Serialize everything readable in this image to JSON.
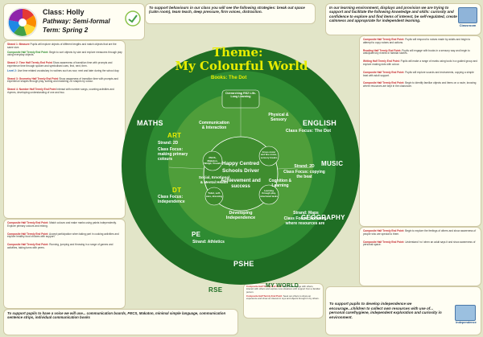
{
  "header": {
    "class_line": "Class: Holly",
    "pathway_line": "Pathway: Semi-formal",
    "term_line": "Term: Spring 2",
    "top_statement": "To support behaviours in our class you will see the following strategies: break out space (calm room), team teach, deep pressure, firm voices, distraction.",
    "right_statement": "In our learning environment, displays and provision we are trying to support and facilitate the following knowledge and skills: curiosity and confidence to explore and find items of interest, be self-regulated, create calmness and appropriate for independent learning.",
    "classroom_label": "Classroom"
  },
  "theme": {
    "title_line1": "Theme:",
    "title_line2": "My Colourful World",
    "books": "Books: The Dot"
  },
  "subjects": {
    "maths": "MATHS",
    "english": "ENGLISH",
    "music": "MUSIC",
    "geography": "GEOGRAPHY",
    "pe": "PE",
    "pshe": "PSHE",
    "rse": "RSE",
    "my_world": "MY WORLD",
    "art": "ART",
    "dt": "DT"
  },
  "inner": {
    "art_focus": "Class Focus: making primary colours",
    "art_title": "Strand: 2D",
    "dt_focus": "Class Focus: Independence",
    "english_focus": "Class Focus: The Dot",
    "music_strand": "Strand: 2D",
    "music_focus": "Class Focus: copying the beat",
    "geo_strand": "Strand: Maps",
    "geo_focus": "Class Focus: knowing where resources are",
    "pe_strand": "Strand: Athletics",
    "center_line1": "Happy Centred",
    "center_line2": "Schools Driver",
    "center_line3": "Achievement and success",
    "comm": "Communication & Interaction",
    "physical": "Physical & Sensory",
    "cognition": "Cognition & Learning",
    "social": "Social, Emotional & Mental Health",
    "developing": "Developing Independence",
    "overarching": "Overarching RSZ Life-Long Learning",
    "pecs": "PECS, Makaton, Widgit, Visuals",
    "motor": "Gross motor and fine motor, sensory breaks",
    "learning": "Learning through play, structured tasks",
    "toilet": "Toilet, self-care, dressing"
  },
  "left_text": [
    {
      "label": "Strand 1: Measure",
      "text": "Pupils will explore objects of different lengths and match objects that are the same size."
    },
    {
      "label": "Composite Half Termly End Point:",
      "text": "Begin to sort objects by size and explore measures through play using everyday objects."
    },
    {
      "label": "Strand 2: Time Half Termly End Point",
      "text": "Show awareness of transition time with prompts and experience time through spoken and symbolised cues, first, next, then."
    },
    {
      "label": "Level 2:",
      "text": "Use time related vocabulary in routines such as now, next and later during the school day."
    },
    {
      "label": "Strand 3: Geometry Half Termly End Point",
      "text": "Show awareness of transition time with prompts and experience shapes through play, sorting and matching 2D shapes by colour."
    },
    {
      "label": "Strand 4: Number Half Termly End Point",
      "text": "Interact with number songs, counting activities and rhymes, developing understanding of one and two."
    }
  ],
  "bottom_left_text": [
    {
      "label": "Composite Half Termly End Point:",
      "text": "Match colours and make marks using paints independently. Explore primary colours and mixing."
    },
    {
      "label": "Composite Half Termly End Point:",
      "text": "Accept participation when taking part in cooking activities and explore healthy food choices with support."
    },
    {
      "label": "Composite Half Termly End Point:",
      "text": "Running, jumping and throwing in a range of games and activities, taking turns with peers."
    }
  ],
  "right_text": [
    {
      "label": "Composite Half Termly End Point:",
      "text": "Pupils will respond to noises made by adults and begin to attempt to copy noises and actions."
    },
    {
      "label": "Reading Half Termly End Point:",
      "text": "Pupils will engage with books in a sensory way and begin to anticipate key events in familiar stories."
    },
    {
      "label": "Writing Half Termly End Point:",
      "text": "Pupils will make a range of marks using tools in a guided group and explore making dots with colour."
    },
    {
      "label": "Composite Half Termly End Point:",
      "text": "Pupils will explore sounds and instruments, copying a simple beat with adult support."
    },
    {
      "label": "Composite Half Termly End Point:",
      "text": "Begin to identify familiar objects and items on a route, knowing where resources are kept in the classroom."
    }
  ],
  "bottom_right_text": [
    {
      "label": "Composite Half Termly End Point:",
      "text": "Begin to explore the feelings of others and show awareness of people who are special to them."
    },
    {
      "label": "Composite Half Termly End Point:",
      "text": "Understand 'no' when an adult says it and show awareness of personal space."
    }
  ],
  "bottom_center_text": [
    {
      "label": "Composite Half Termly End Point:",
      "text": "Pupils will engage with others, interact with others and explore new situations with support from a familiar person."
    },
    {
      "label": "Composite Half Termly End Point:",
      "text": "Seek out others to share an experience and show an interest in toys and objects brought in by others."
    }
  ],
  "footer": {
    "left": "To support pupils to have a voice we will use... communication boards, PECS, Makaton, minimal simple language, communication sentence strips, individual communication books",
    "right": "To support pupils to develop independence we encourage...children to collect own resources with use of... personal care/hygiene, independent exploration and curiosity in environment.",
    "independence_label": "Independence"
  },
  "colors": {
    "dark_green": "#1f6e24",
    "mid_green": "#2e8b32",
    "light_green": "#4caf50",
    "inner_ring": "#5aa83e",
    "center": "#3f8d2f",
    "title": "#d8e000",
    "background": "#e2e5c8"
  }
}
